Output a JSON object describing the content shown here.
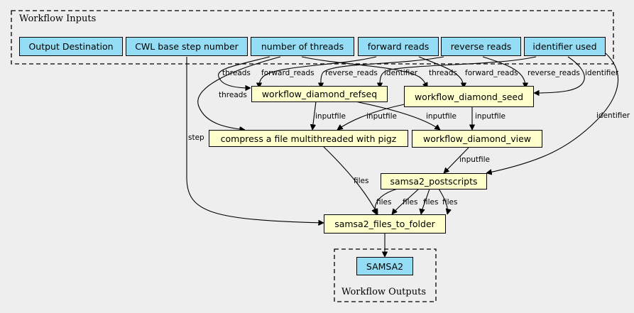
{
  "clusters": {
    "inputs_label": "Workflow Inputs",
    "outputs_label": "Workflow Outputs"
  },
  "inputs": {
    "output_destination": "Output Destination",
    "cwl_base_step_number": "CWL base step number",
    "number_of_threads": "number of threads",
    "forward_reads": "forward reads",
    "reverse_reads": "reverse reads",
    "identifier_used": "identifier used"
  },
  "steps": {
    "refseq": "workflow_diamond_refseq",
    "seed": "workflow_diamond_seed",
    "pigz": "compress a file multithreaded with pigz",
    "view": "workflow_diamond_view",
    "postscripts": "samsa2_postscripts",
    "files_to_folder": "samsa2_files_to_folder"
  },
  "outputs": {
    "samsa2": "SAMSA2"
  },
  "edge_labels": {
    "threads": "threads",
    "forward_reads": "forward_reads",
    "reverse_reads": "reverse_reads",
    "identifier": "identifier",
    "inputfile": "inputfile",
    "step": "step",
    "files": "files"
  },
  "colors": {
    "input_fill": "#94ddf4",
    "step_fill": "#ffffcc",
    "background": "#eeeeee"
  }
}
